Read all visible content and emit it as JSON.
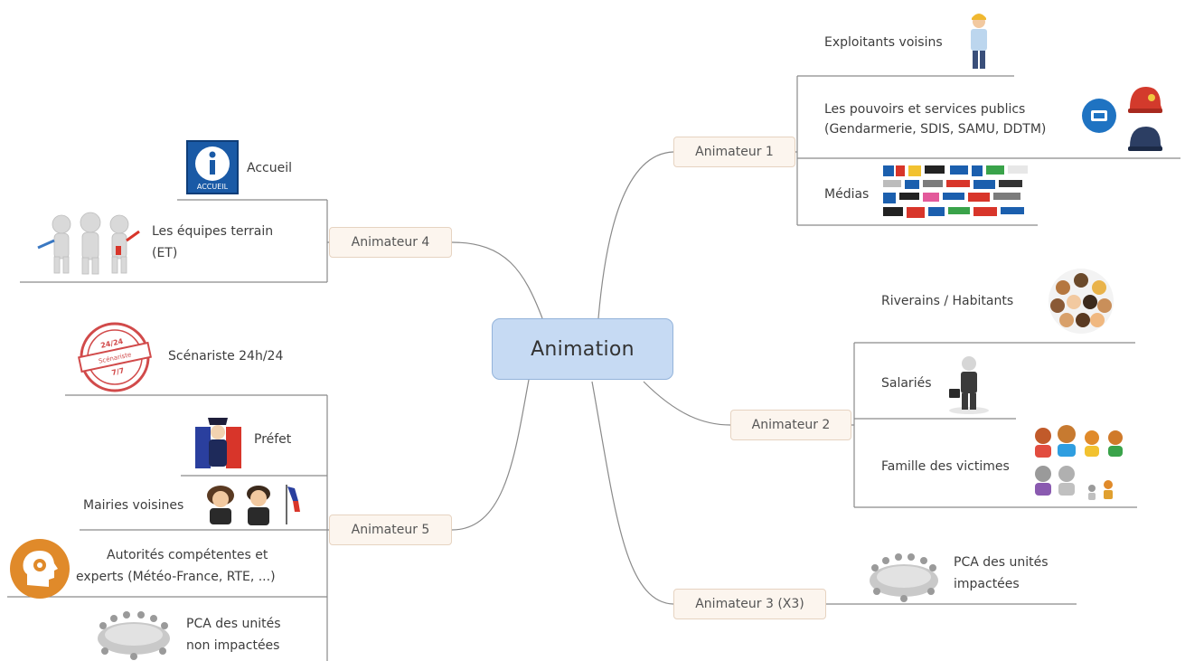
{
  "mindmap": {
    "central": "Animation",
    "animateurs": {
      "a1": "Animateur 1",
      "a2": "Animateur 2",
      "a3": "Animateur 3 (X3)",
      "a4": "Animateur 4",
      "a5": "Animateur 5"
    },
    "leaves": {
      "exploitants": "Exploitants voisins",
      "pouvoirs_1": "Les pouvoirs et services publics",
      "pouvoirs_2": "(Gendarmerie, SDIS, SAMU, DDTM)",
      "medias": "Médias",
      "riverains": "Riverains / Habitants",
      "salaries": "Salariés",
      "famille": "Famille des victimes",
      "pca_impactees_1": "PCA des unités",
      "pca_impactees_2": "impactées",
      "accueil": "Accueil",
      "equipes_1": "Les équipes terrain",
      "equipes_2": "(ET)",
      "scenariste": "Scénariste 24h/24",
      "prefet": "Préfet",
      "mairies": "Mairies voisines",
      "autorites_1": "Autorités compétentes et",
      "autorites_2": "experts (Météo-France, RTE, ...)",
      "pca_non_1": "PCA des unités",
      "pca_non_2": "non impactées"
    },
    "icon_text": {
      "accueil_logo": "ACCUEIL",
      "stamp_top": "24/24",
      "stamp_mid": "Scénariste",
      "stamp_bot": "7/7"
    }
  },
  "colors": {
    "central_fill": "#c6daf3",
    "central_border": "#93b3da",
    "node_fill": "#fcf5ee",
    "node_border": "#e6d3c1",
    "connector": "#8a8a8a"
  }
}
